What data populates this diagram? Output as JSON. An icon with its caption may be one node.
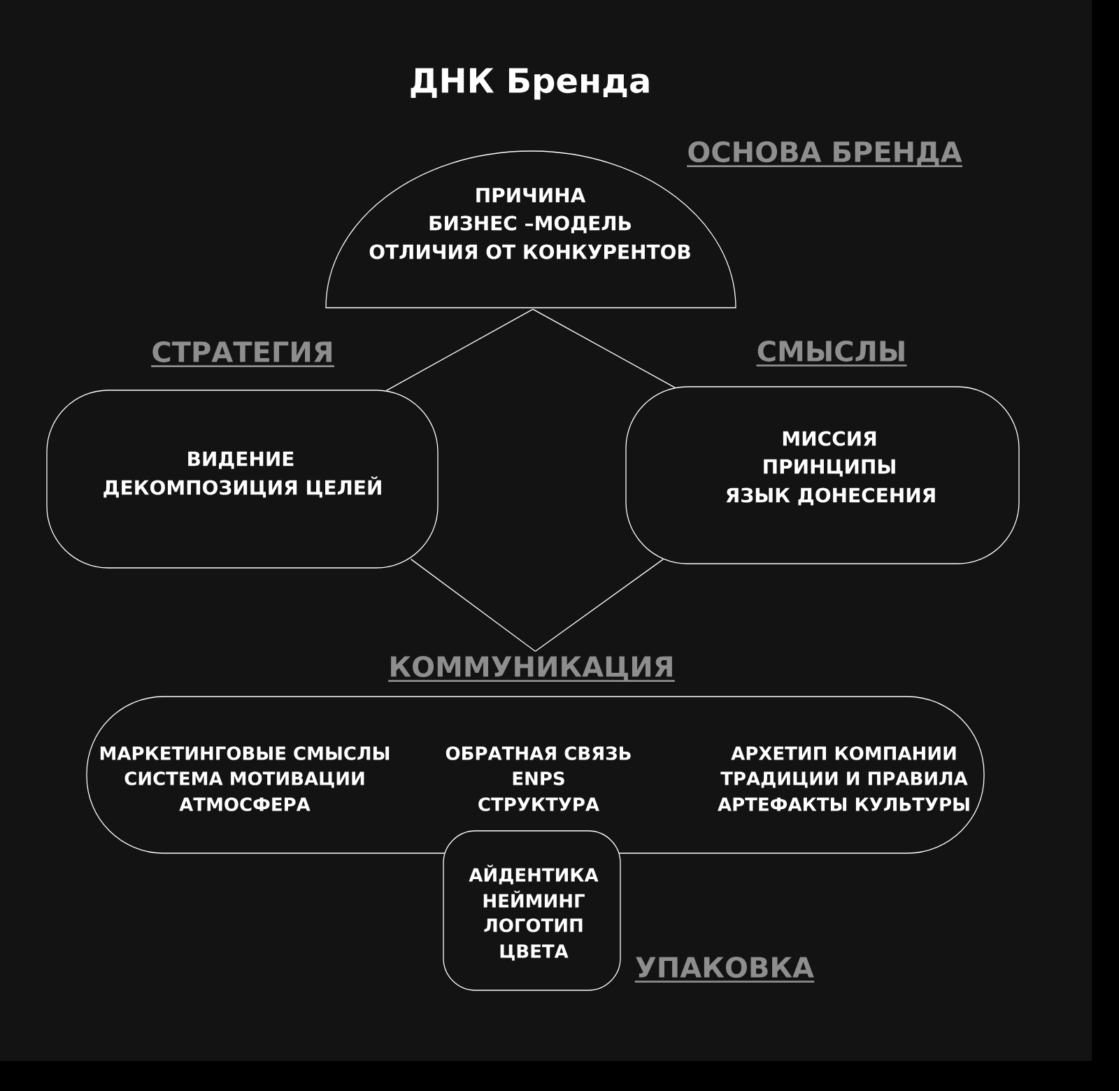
{
  "diagram": {
    "title": "ДНК Бренда",
    "nodes": [
      {
        "text": [
          "ОСНОВА БРЕНДА",
          "ПРИЧИНА",
          "БИЗНЕС –МОДЕЛЬ",
          "ОТЛИЧИЯ ОТ КОНКУРЕНТОВ"
        ]
      },
      {
        "text": [
          "СТРАТЕГИЯ",
          "ВИДЕНИЕ",
          "ДЕКОМПОЗИЦИЯ ЦЕЛЕЙ"
        ]
      },
      {
        "text": [
          "СМЫСЛЫ",
          "МИССИЯ",
          "ПРИНЦИПЫ",
          "ЯЗЫК ДОНЕСЕНИЯ"
        ]
      },
      {
        "text": [
          "КОММУНИКАЦИЯ",
          "МАРКЕТИНГОВЫЕ СМЫСЛЫ",
          "СИСТЕМА МОТИВАЦИИ",
          "АТМОСФЕРА",
          "ОБРАТНАЯ СВЯЗЬ",
          "ENPS",
          "СТРУКТУРА",
          "АРХЕТИП КОМПАНИИ",
          "ТРАДИЦИИ И ПРАВИЛА",
          "АРТЕФАКТЫ КУЛЬТУРЫ"
        ]
      },
      {
        "text": [
          "УПАКОВКА",
          "АЙДЕНТИКА",
          "НЕЙМИНГ",
          "ЛОГОТИП",
          "ЦВЕТА"
        ]
      }
    ],
    "edges": [
      {
        "from": 0,
        "to": 1,
        "arrow": "none"
      },
      {
        "from": 0,
        "to": 2,
        "arrow": "none"
      },
      {
        "from": 1,
        "to": 3,
        "arrow": "none"
      },
      {
        "from": 2,
        "to": 3,
        "arrow": "none"
      }
    ]
  }
}
